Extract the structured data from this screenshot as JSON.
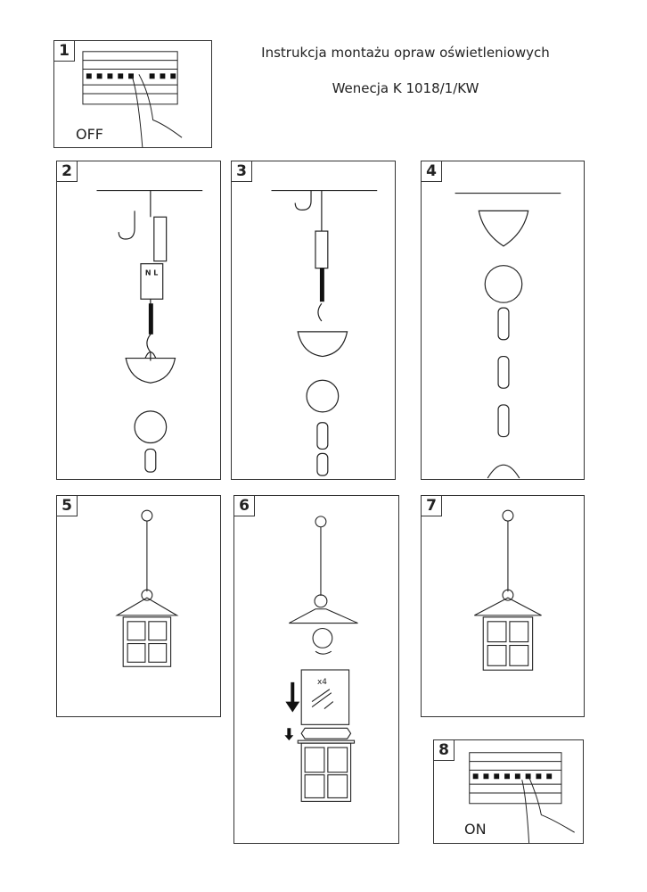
{
  "header": {
    "title": "Instrukcja montażu opraw oświetleniowych",
    "subtitle": "Wenecja K 1018/1/KW"
  },
  "steps": [
    {
      "number": "1",
      "label": "OFF"
    },
    {
      "number": "2",
      "terminal_labels": "N L"
    },
    {
      "number": "3"
    },
    {
      "number": "4"
    },
    {
      "number": "5"
    },
    {
      "number": "6",
      "glass_count": "x4"
    },
    {
      "number": "7"
    },
    {
      "number": "8",
      "label": "ON"
    }
  ]
}
